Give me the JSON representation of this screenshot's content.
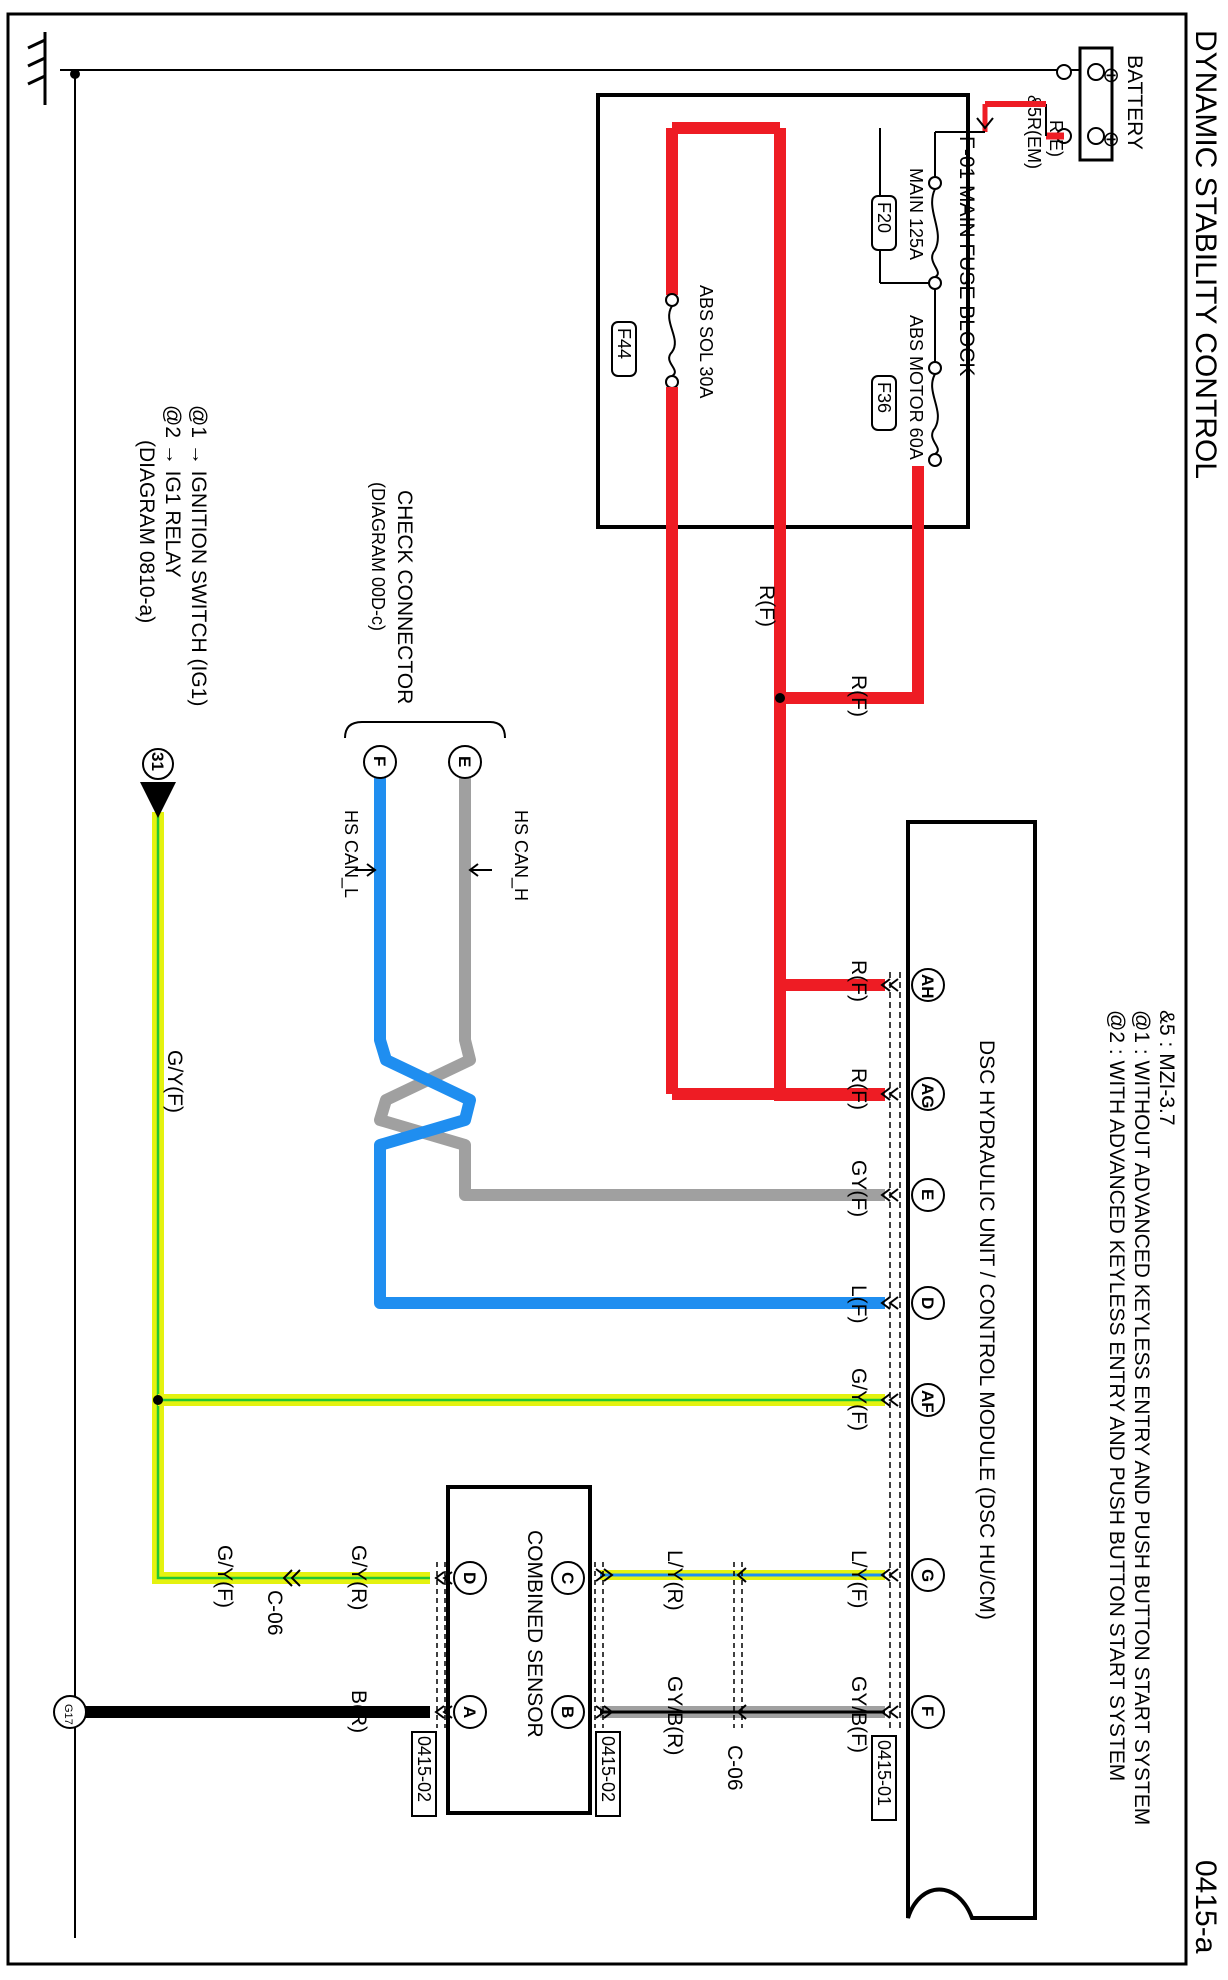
{
  "title": "DYNAMIC STABILITY CONTROL",
  "diagram_code": "0415-a",
  "notes": [
    "&5 : MZI-3.7",
    "@1 : WITHOUT ADVANCED KEYLESS ENTRY AND PUSH BUTTON START SYSTEM",
    "@2 : WITH ADVANCED KEYLESS ENTRY AND PUSH BUTTON START SYSTEM"
  ],
  "battery": {
    "label": "BATTERY",
    "neg": "⊖",
    "pos": "⊕",
    "wire_1": "R(E)",
    "wire_2": "&5R(EM)"
  },
  "fuse_block": {
    "label": "F-01 MAIN FUSE BLOCK",
    "fuses": [
      {
        "name": "MAIN 125A",
        "tag": "F20"
      },
      {
        "name": "ABS MOTOR 60A",
        "tag": "F36"
      },
      {
        "name": "ABS SOL 30A",
        "tag": "F44"
      }
    ]
  },
  "module": {
    "label": "DSC HYDRAULIC UNIT / CONTROL MODULE (DSC HU/CM)",
    "pins": [
      "AH",
      "AG",
      "E",
      "D",
      "AF",
      "G",
      "F"
    ],
    "connector": "0415-01"
  },
  "module_wires": [
    "R(F)",
    "R(F)",
    "GY(F)",
    "L(F)",
    "G/Y(F)",
    "L/Y(F)",
    "GY/B(F)"
  ],
  "feed_wires": [
    "R(F)",
    "R(F)"
  ],
  "check_connector": {
    "label_1": "CHECK CONNECTOR",
    "label_2": "(DIAGRAM 00D-c)",
    "pins": [
      "E",
      "F"
    ],
    "can_h": "HS CAN_H",
    "can_l": "HS CAN_L"
  },
  "ignition": {
    "line_1": "@1 → IGNITION SWITCH (IG1)",
    "line_2": "@2 → IG1 RELAY",
    "line_3": "(DIAGRAM 0810-a)",
    "ref": "31",
    "wire": "G/Y(F)"
  },
  "combined_sensor": {
    "label": "COMBINED SENSOR",
    "pins": [
      "C",
      "B",
      "D",
      "A"
    ],
    "connector": "0415-02"
  },
  "joint": "C-06",
  "sensor_wires": {
    "g_mid": "L/Y(R)",
    "f_mid": "GY/B(R)",
    "d_near": "G/Y(R)",
    "d_far": "G/Y(F)",
    "a": "B(R)"
  },
  "ground": "G17",
  "colors": {
    "red": "#ee1c24",
    "blue": "#1f8ef0",
    "gray": "#a0a0a0",
    "yellow_green": "#e4f20f",
    "green": "#22c733",
    "black": "#000000"
  }
}
